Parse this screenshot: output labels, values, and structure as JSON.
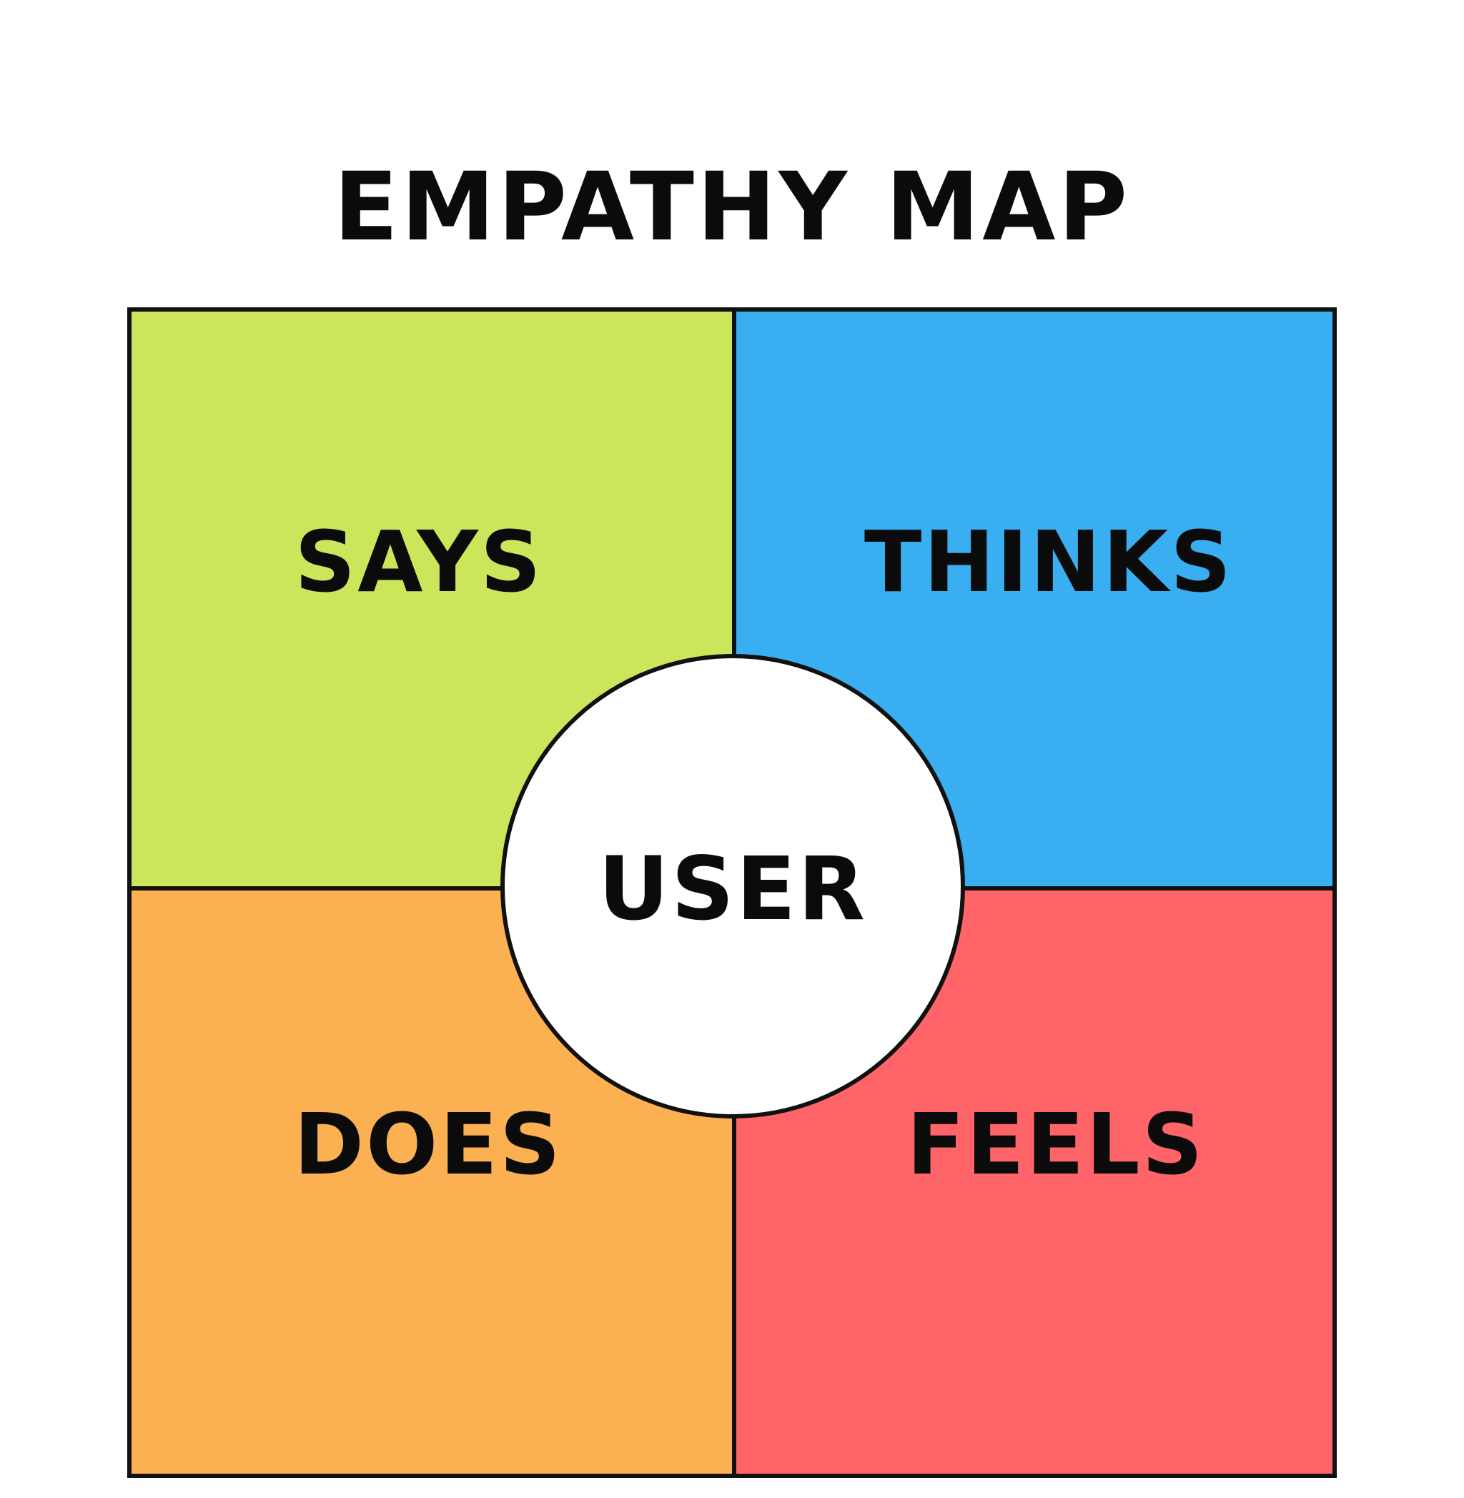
{
  "title": "EMPATHY MAP",
  "center": {
    "label": "USER",
    "color": "#ffffff"
  },
  "quadrants": [
    {
      "id": "says",
      "label": "SAYS",
      "color": "#cce65c"
    },
    {
      "id": "thinks",
      "label": "THINKS",
      "color": "#39aef0"
    },
    {
      "id": "does",
      "label": "DOES",
      "color": "#fbb152"
    },
    {
      "id": "feels",
      "label": "FEELS",
      "color": "#ff6468"
    }
  ]
}
